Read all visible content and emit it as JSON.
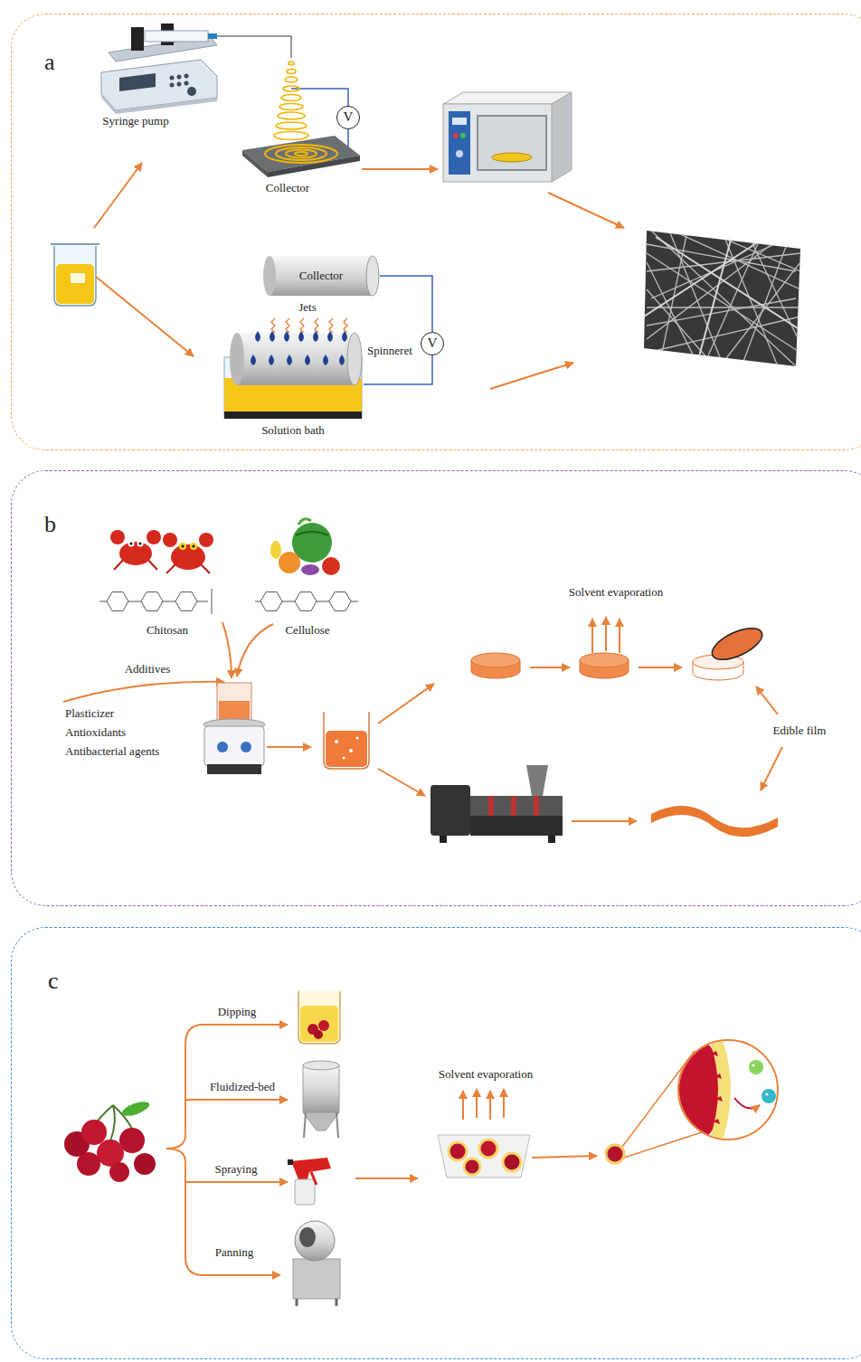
{
  "diagram": {
    "nodes": [
      {
        "text": [
          "a"
        ]
      },
      {
        "text": [
          "V"
        ],
        "in": 0
      },
      {
        "text": [
          "Collector"
        ],
        "in": 0
      },
      {
        "text": [
          "V"
        ],
        "in": 0
      },
      {
        "text": [
          "b"
        ]
      },
      {
        "text": [
          "c"
        ]
      }
    ],
    "labels": [
      "Syringe pump",
      "Collector",
      "Jets",
      "Spinneret",
      "Solution bath",
      "Chitosan",
      "Cellulose",
      "Additives",
      "Plasticizer",
      "Antioxidants",
      "Antibacterial agents",
      "Solvent evaporation",
      "Edible film",
      "Dipping",
      "Fluidized-bed",
      "Spraying",
      "Panning",
      "Solvent evaporation"
    ]
  }
}
